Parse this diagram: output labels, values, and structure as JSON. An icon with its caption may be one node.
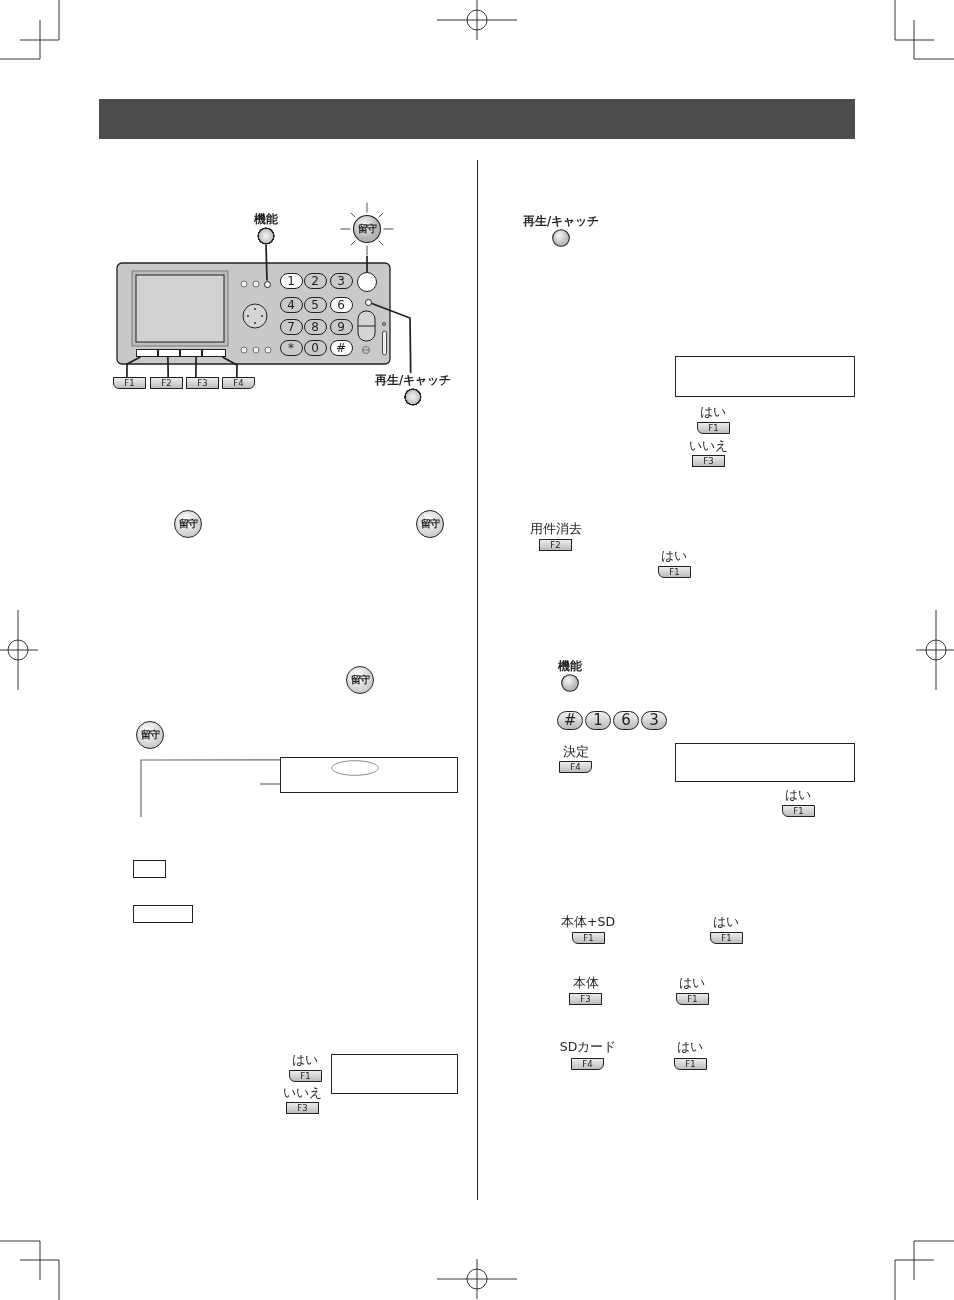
{
  "diagram": {
    "nodes": [
      {
        "text": [
          "機能"
        ]
      },
      {
        "text": [
          "留守"
        ]
      },
      {
        "text": [],
        "shape": "circle"
      },
      {
        "text": [],
        "shape": "circle"
      },
      {
        "text": [],
        "shape": "circle"
      },
      {
        "text": [
          "再生/キャッチ"
        ]
      },
      {
        "text": [],
        "shape": "bar"
      },
      {
        "text": [],
        "shape": "bar"
      },
      {
        "text": [],
        "shape": "bar"
      },
      {
        "text": [],
        "shape": "bar"
      },
      {
        "text": [
          "F1"
        ]
      },
      {
        "text": [
          "F2"
        ]
      },
      {
        "text": [
          "F3"
        ]
      },
      {
        "text": [
          "F4"
        ]
      },
      {
        "text": [],
        "shape": "box"
      }
    ],
    "edges": [
      {
        "from": 0,
        "to": 2,
        "arrow": "none"
      },
      {
        "from": 1,
        "to": 3,
        "arrow": "none"
      },
      {
        "from": 5,
        "to": 4,
        "arrow": "none"
      },
      {
        "from": 10,
        "to": 6,
        "arrow": "none"
      },
      {
        "from": 11,
        "to": 7,
        "arrow": "none"
      },
      {
        "from": 12,
        "to": 8,
        "arrow": "none"
      },
      {
        "from": 13,
        "to": 9,
        "arrow": "none"
      },
      {
        "from": null,
        "to": 14,
        "arrow": "none",
        "color": "#6d6e71"
      },
      {
        "from": null,
        "to": 14,
        "arrow": "none",
        "color": "#6d6e71"
      }
    ],
    "labels": [
      "1",
      "2",
      "3",
      "4",
      "5",
      "6",
      "7",
      "8",
      "9",
      "*",
      "0",
      "#",
      "留守",
      "留守",
      "留守",
      "留守",
      "はい",
      "F1",
      "いいえ",
      "F3",
      "再生/キャッチ",
      "はい",
      "F1",
      "いいえ",
      "F3",
      "用件消去",
      "F2",
      "はい",
      "F1",
      "機能",
      "#",
      "1",
      "6",
      "3",
      "決定",
      "F4",
      "はい",
      "F1",
      "本体+SD",
      "F1",
      "はい",
      "F1",
      "本体",
      "F3",
      "はい",
      "F1",
      "SDカード",
      "F4",
      "はい",
      "F1"
    ]
  }
}
